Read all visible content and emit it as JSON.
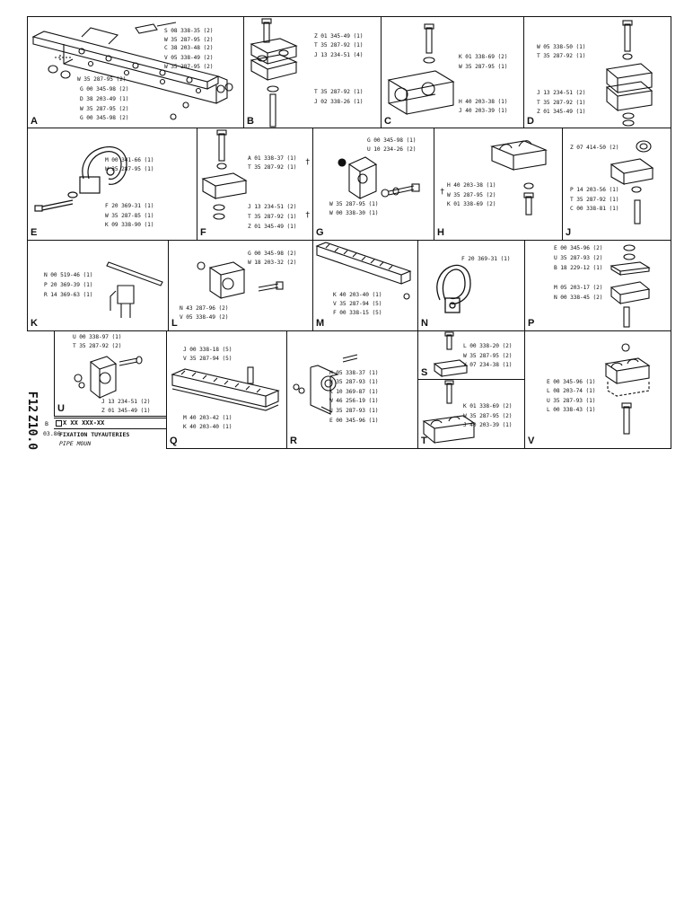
{
  "sheet": {
    "code_f": "F12",
    "code_z": "Z10.0",
    "title_line1": "FIXATION TUYAUTERIES",
    "title_line2": "PIPE MOUN",
    "ref_box": "X XX XXX-XX",
    "small_b": "B",
    "date": "03.86"
  },
  "panels": {
    "A": {
      "letter": "A",
      "parts": [
        "S 08 338-35 (2)",
        "W 35 287-95 (2)",
        "C 38 203-48 (2)",
        "V 05 338-49 (2)",
        "W 35 287-95 (2)",
        "W 35 287-95 (2)",
        "G 00 345-98 (2)",
        "D 38 203-49 (1)",
        "W 35 287-95 (2)",
        "G 00 345-98 (2)"
      ]
    },
    "B": {
      "letter": "B",
      "parts": [
        "Z 01 345-49 (1)",
        "T 35 287-92 (1)",
        "J 13 234-51 (4)",
        "T 35 287-92 (1)",
        "J 02 338-26 (1)"
      ]
    },
    "C": {
      "letter": "C",
      "parts": [
        "K 01 338-69 (2)",
        "W 35 287-95 (1)",
        "H 40 203-38 (1)",
        "J 40 203-39 (1)"
      ]
    },
    "D": {
      "letter": "D",
      "parts": [
        "W 05 338-50 (1)",
        "T 35 287-92 (1)",
        "J 13 234-51 (2)",
        "T 35 287-92 (1)",
        "Z 01 345-49 (1)"
      ]
    },
    "E": {
      "letter": "E",
      "parts": [
        "M 00 341-66 (1)",
        "W 35 287-95 (1)",
        "F 20 369-31 (1)",
        "W 35 287-85 (1)",
        "K 09 338-90 (1)"
      ]
    },
    "F": {
      "letter": "F",
      "parts": [
        "A 01 338-37 (1)",
        "T 35 287-92 (1)",
        "J 13 234-51 (2)",
        "T 35 287-92 (1)",
        "Z 01 345-49 (1)"
      ],
      "dagger": "†"
    },
    "G": {
      "letter": "G",
      "parts": [
        "G 00 345-98 (1)",
        "U 10 234-26 (2)",
        "W 35 287-95 (1)",
        "W 00 338-30 (1)"
      ]
    },
    "H": {
      "letter": "H",
      "parts": [
        "H 40 203-38 (1)",
        "W 35 287-95 (2)",
        "K 01 338-69 (2)"
      ],
      "dagger": "†"
    },
    "J": {
      "letter": "J",
      "parts": [
        "Z 07 414-50 (2)",
        "P 14 203-56 (1)",
        "T 35 287-92 (1)",
        "C 00 338-81 (1)"
      ]
    },
    "K": {
      "letter": "K",
      "parts": [
        "N 00 519-46 (1)",
        "P 20 369-39 (1)",
        "R 14 369-63 (1)"
      ]
    },
    "L": {
      "letter": "L",
      "parts": [
        "G 00 345-98 (2)",
        "W 18 203-32 (2)",
        "N 43 287-96 (2)",
        "V 05 338-49 (2)"
      ]
    },
    "M": {
      "letter": "M",
      "parts": [
        "K 40 203-40 (1)",
        "V 35 287-94 (5)",
        "F 00 338-15 (5)"
      ]
    },
    "N": {
      "letter": "N",
      "parts": [
        "F 20 369-31 (1)"
      ]
    },
    "P": {
      "letter": "P",
      "parts": [
        "E 00 345-96 (2)",
        "U 35 287-93 (2)",
        "B 18 229-12 (1)",
        "M 05 203-17 (2)",
        "N 00 338-45 (2)"
      ]
    },
    "U": {
      "letter": "U",
      "parts": [
        "U 00 338-97 (1)",
        "T 35 287-92 (2)",
        "J 13 234-51 (2)",
        "Z 01 345-49 (1)"
      ]
    },
    "Q": {
      "letter": "Q",
      "parts": [
        "J 00 338-18 (5)",
        "V 35 287-94 (5)",
        "M 40 203-42 (1)",
        "K 40 203-40 (1)"
      ]
    },
    "R": {
      "letter": "R",
      "parts": [
        "H 05 338-37 (1)",
        "U 35 287-93 (1)",
        "K 10 369-87 (1)",
        "W 46 256-19 (1)",
        "U 35 287-93 (1)",
        "E 00 345-96 (1)"
      ]
    },
    "S": {
      "letter": "S",
      "parts": [
        "L 00 338-20 (2)",
        "W 35 287-95 (2)",
        "V 07 234-38 (1)"
      ]
    },
    "T": {
      "letter": "T",
      "parts": [
        "K 01 338-69 (2)",
        "W 35 287-95 (2)",
        "J 40 203-39 (1)"
      ]
    },
    "V": {
      "letter": "V",
      "parts": [
        "E 00 345-96 (1)",
        "L 08 203-74 (1)",
        "U 35 287-93 (1)",
        "L 00 338-43 (1)"
      ]
    }
  }
}
